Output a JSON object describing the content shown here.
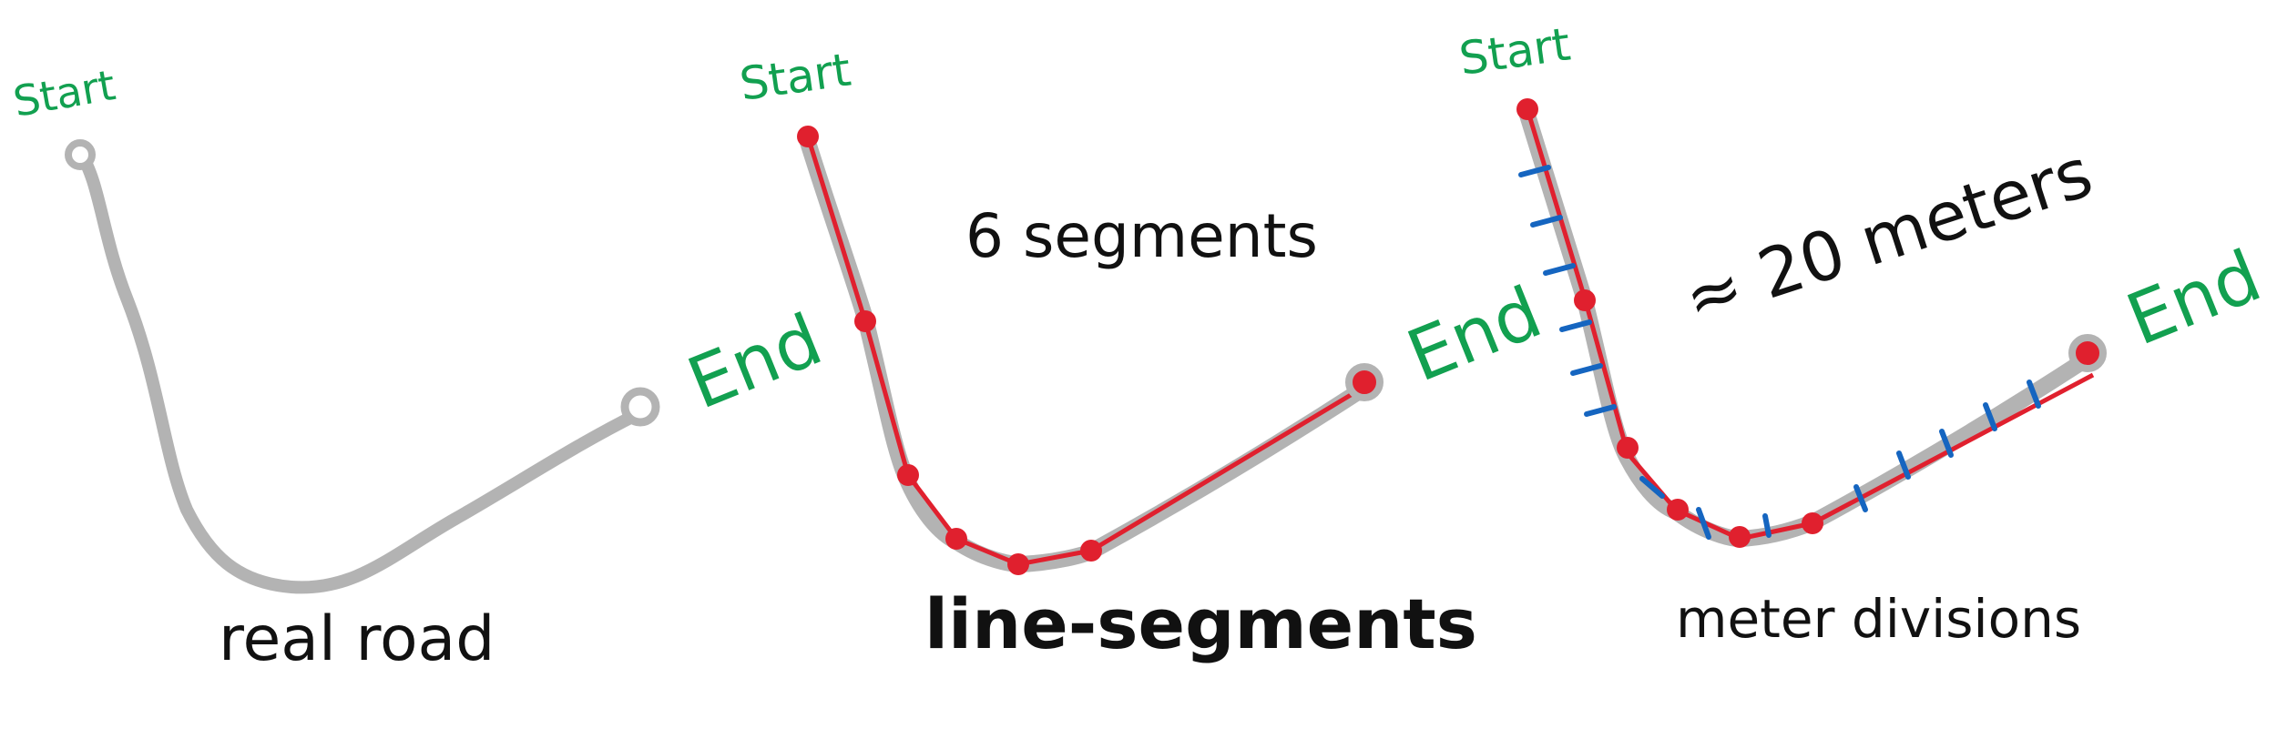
{
  "panels": [
    {
      "start_label": "Start",
      "end_label": "End",
      "caption": "real road"
    },
    {
      "start_label": "Start",
      "end_label": "End",
      "caption": "line-segments",
      "annotation": "6 segments"
    },
    {
      "start_label": "Start",
      "end_label": "End",
      "caption": "meter divisions",
      "annotation": "≈ 20 meters"
    }
  ],
  "colors": {
    "road": "#b3b3b3",
    "segment": "#e0202e",
    "division": "#1565c0",
    "label_green": "#12a050",
    "text": "#111111"
  }
}
